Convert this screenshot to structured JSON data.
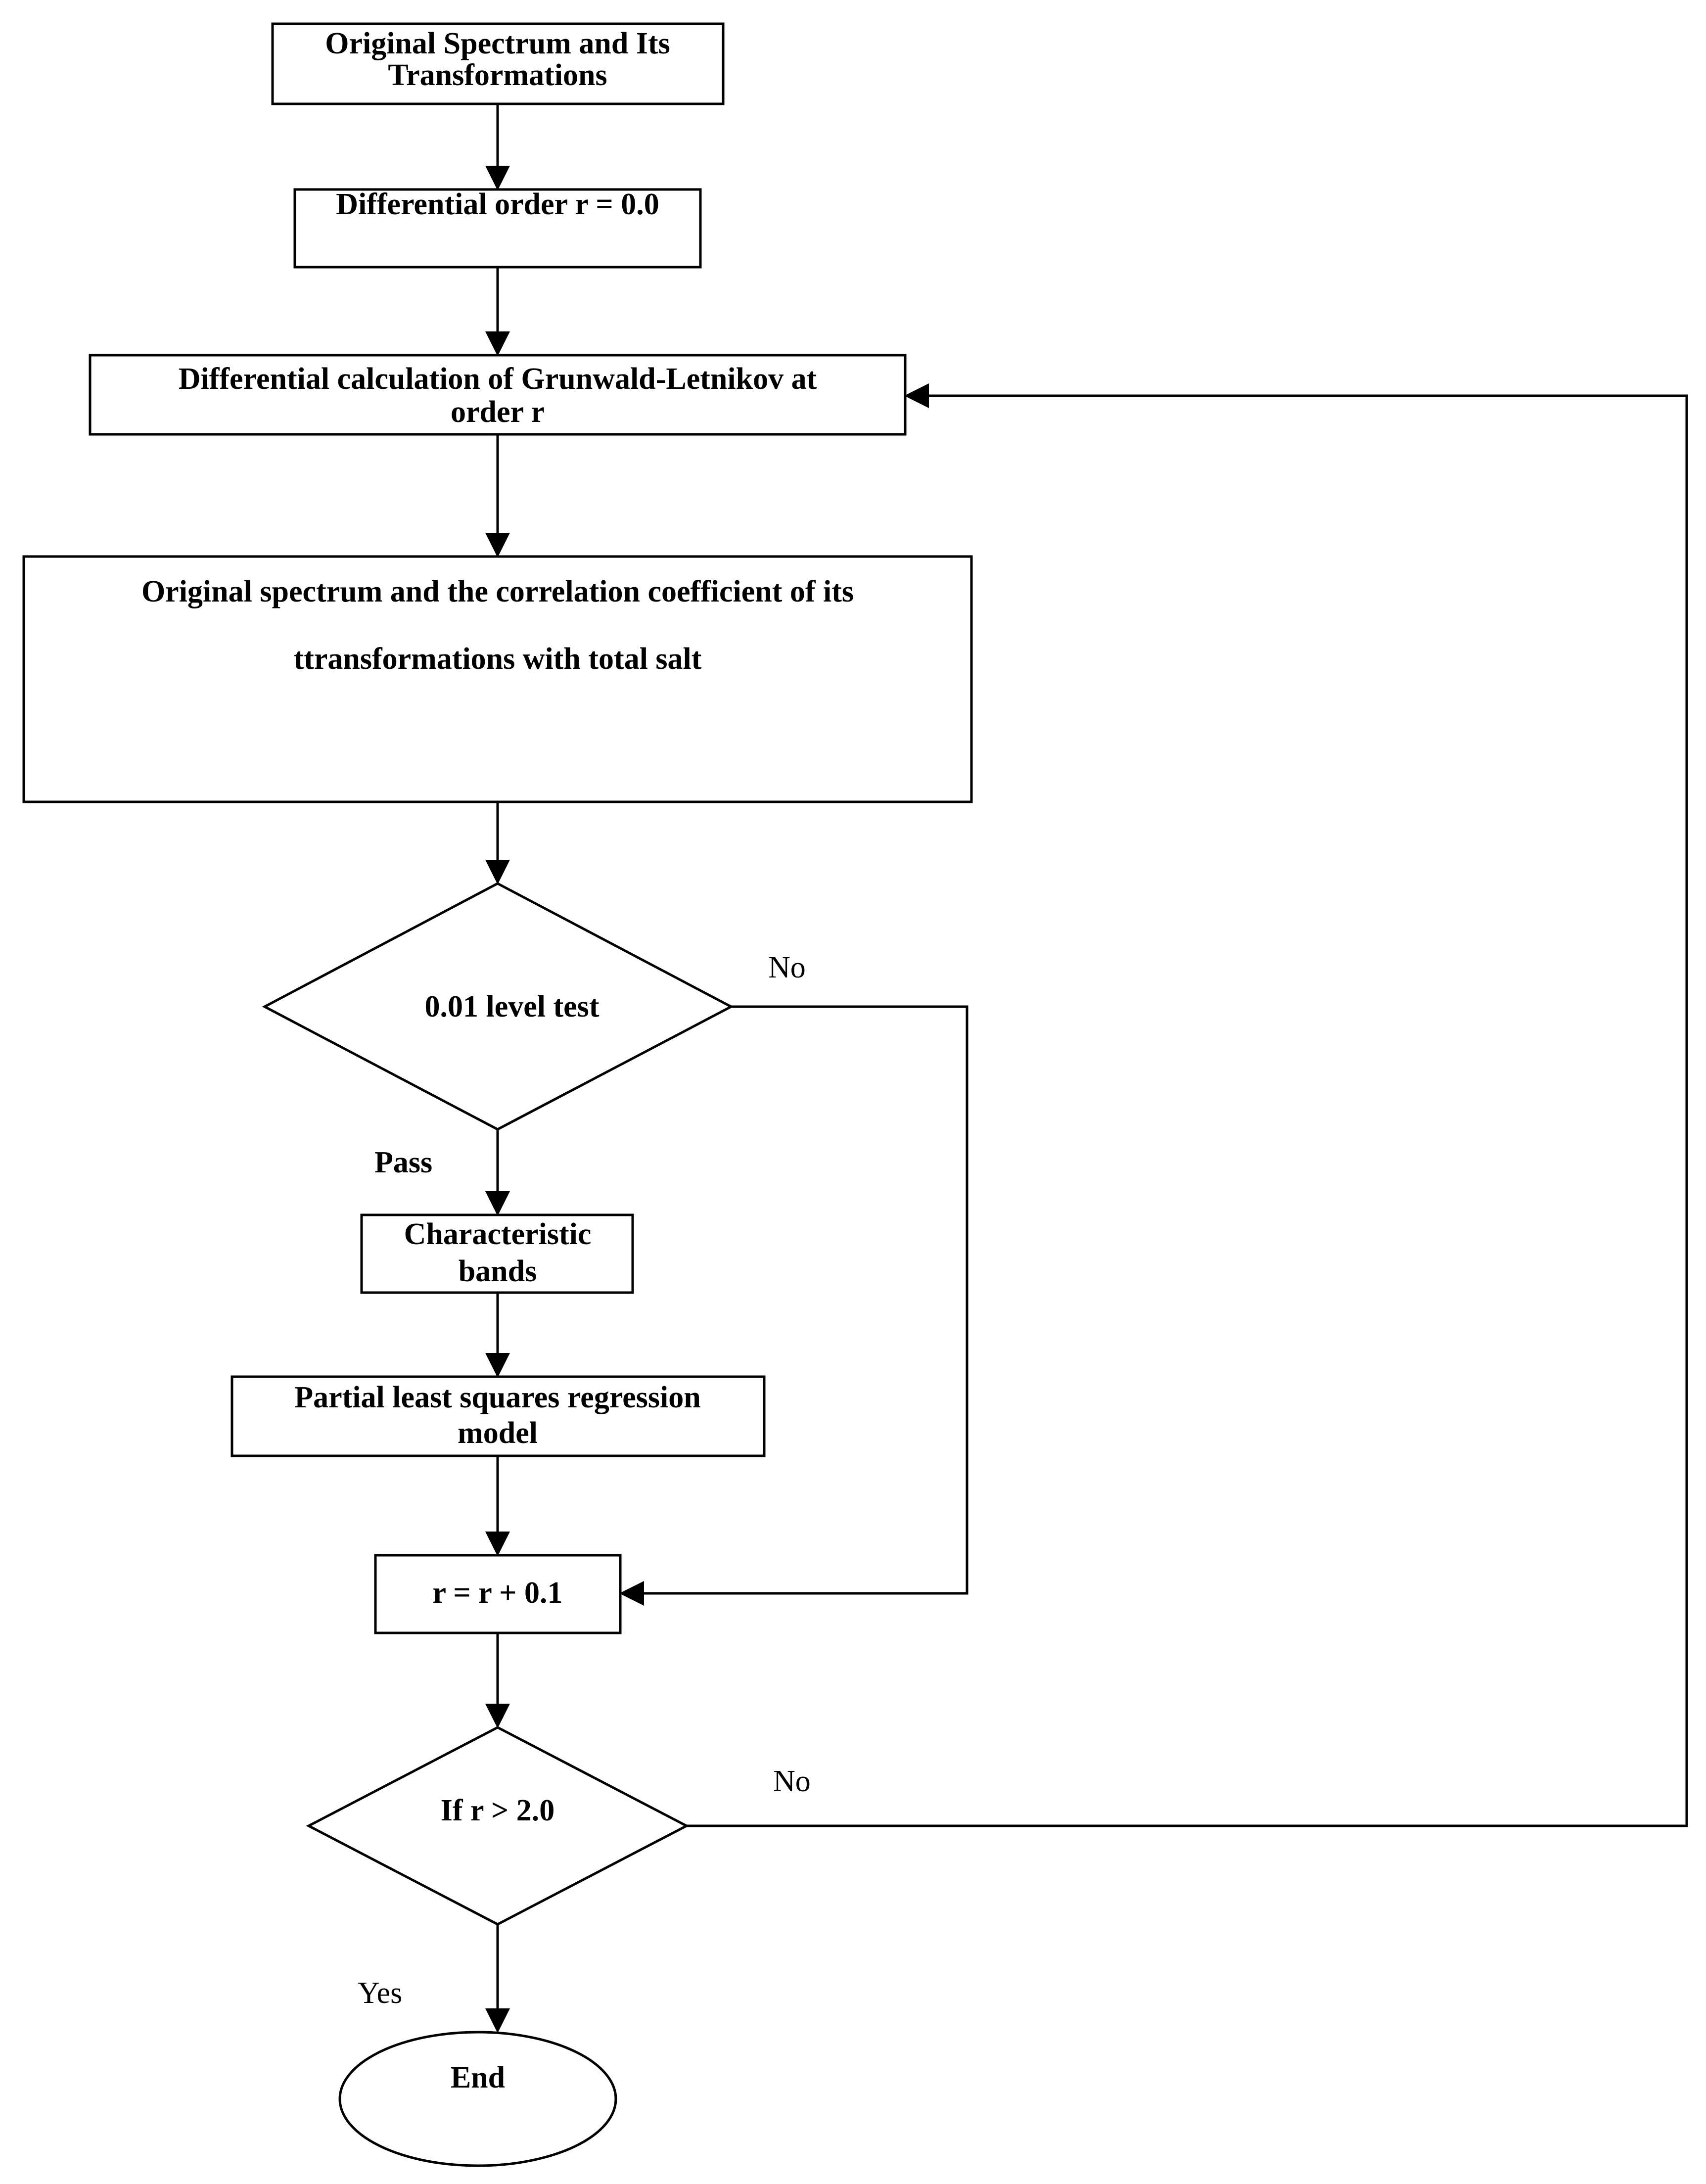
{
  "nodes": {
    "start": {
      "lines": [
        "Original Spectrum and Its",
        "Transformations"
      ]
    },
    "init_order": {
      "lines": [
        "Differential order r = 0.0"
      ]
    },
    "gl_calc": {
      "lines": [
        "Differential calculation of Grunwald-Letnikov at",
        "order r"
      ]
    },
    "correlation": {
      "lines": [
        "Original spectrum and the correlation coefficient of its",
        "ttransformations with total salt"
      ]
    },
    "level_test": {
      "lines": [
        "0.01 level test"
      ]
    },
    "bands": {
      "lines": [
        "Characteristic",
        "bands"
      ]
    },
    "plsr": {
      "lines": [
        "Partial least squares regression",
        "model"
      ]
    },
    "increment": {
      "lines": [
        "r = r + 0.1"
      ]
    },
    "check": {
      "lines": [
        "If r > 2.0"
      ]
    },
    "end": {
      "lines": [
        "End"
      ]
    }
  },
  "edge_labels": {
    "level_no": "No",
    "level_pass": "Pass",
    "check_no": "No",
    "check_yes": "Yes"
  }
}
